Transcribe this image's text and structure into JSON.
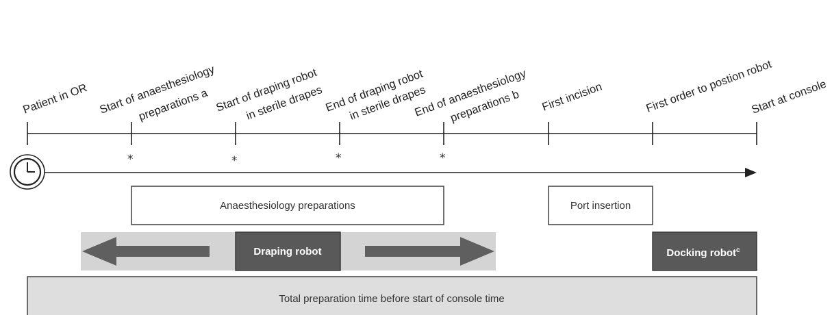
{
  "events": [
    {
      "lines": [
        "Patient in OR"
      ],
      "star": false
    },
    {
      "lines": [
        "Start of anaesthesiology",
        "preparations a"
      ],
      "star": true
    },
    {
      "lines": [
        "Start of draping robot",
        "in sterile drapes"
      ],
      "star": true
    },
    {
      "lines": [
        "End of draping robot",
        "in sterile drapes"
      ],
      "star": true
    },
    {
      "lines": [
        "End of anaesthesiology",
        "preparations b"
      ],
      "star": true
    },
    {
      "lines": [
        "First incision"
      ],
      "star": false
    },
    {
      "lines": [
        "First order to postion robot"
      ],
      "star": false
    },
    {
      "lines": [
        "Start at console"
      ],
      "star": false
    }
  ],
  "star_symbol": "*",
  "clock_icon": "clock-icon",
  "phases": {
    "anaesthesiology": "Anaesthesiology preparations",
    "port_insertion": "Port insertion",
    "draping_robot": "Draping robot",
    "docking_robot": "Docking robot",
    "docking_robot_superscript": "c",
    "total": "Total preparation time before start of console time"
  },
  "colors": {
    "line": "#222222",
    "box_border": "#333333",
    "dark_box": "#595959",
    "draping_band": "#d4d4d4",
    "arrow_fill": "#5f5f5f",
    "total_fill": "#dedede"
  }
}
